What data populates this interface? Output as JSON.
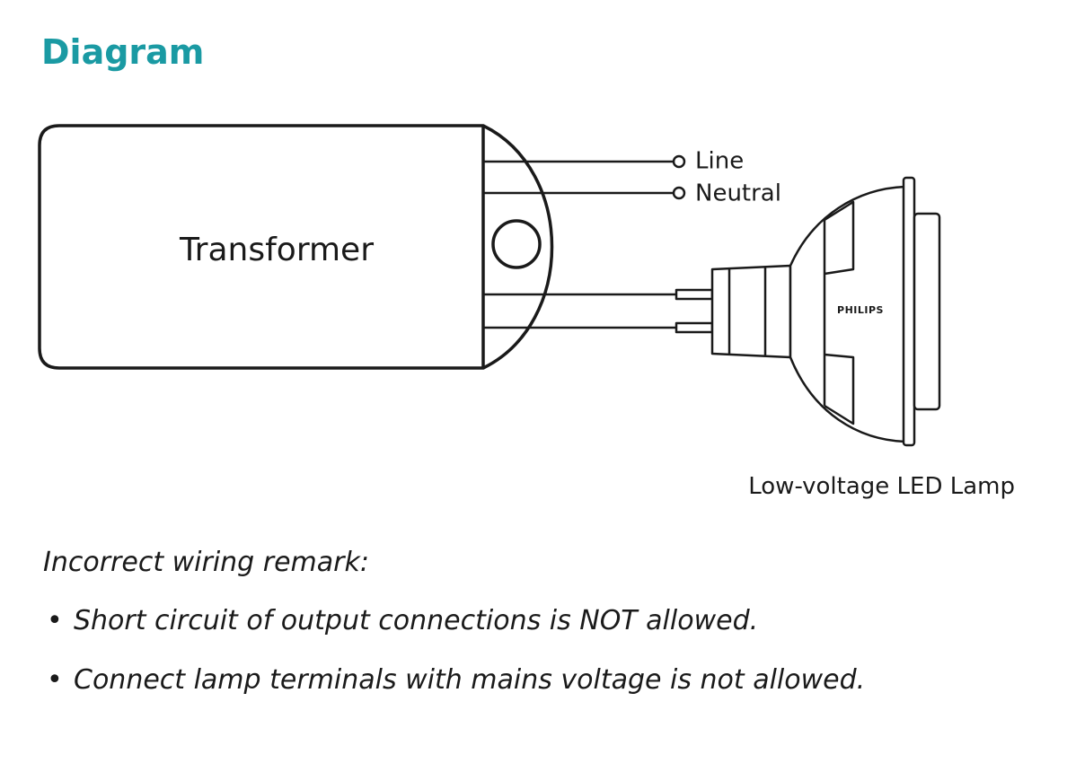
{
  "heading": "Diagram",
  "colors": {
    "heading": "#1a9aa3",
    "line": "#1a1a1a",
    "lamp_fill": "#ffffff"
  },
  "diagram": {
    "transformer_label": "Transformer",
    "line_label": "Line",
    "neutral_label": "Neutral",
    "lamp_brand": "PHILIPS",
    "lamp_caption": "Low-voltage LED Lamp"
  },
  "remarks": {
    "title": "Incorrect wiring remark:",
    "items": [
      "Short circuit of output connections is NOT allowed.",
      "Connect lamp terminals with mains voltage is not allowed."
    ]
  }
}
